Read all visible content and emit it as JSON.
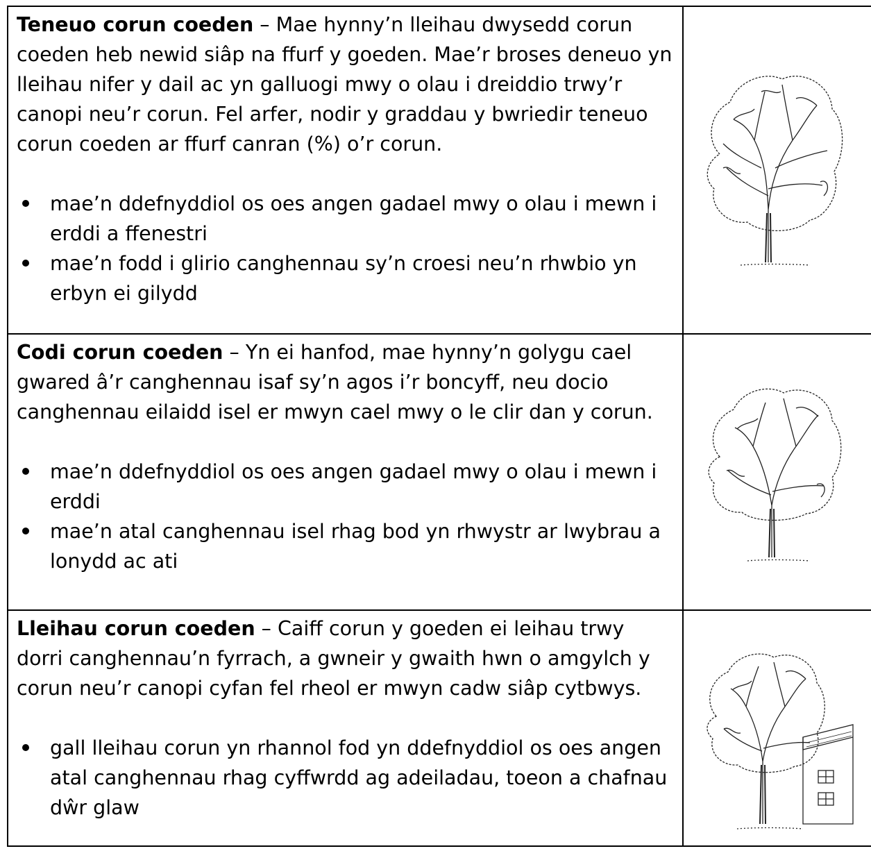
{
  "rows": [
    {
      "term": "Teneuo corun coeden",
      "description": " – Mae hynny’n lleihau dwysedd corun coeden heb newid siâp na ffurf y goeden. Mae’r broses deneuo yn lleihau nifer y dail ac yn galluogi mwy o olau i dreiddio trwy’r canopi neu’r corun. Fel arfer, nodir y graddau y bwriedir teneuo corun coeden ar ffurf canran (%) o’r corun.",
      "bullets": [
        "mae’n ddefnyddiol os oes angen gadael mwy o olau i mewn i erddi a ffenestri",
        "mae’n fodd i glirio canghennau sy’n croesi neu’n rhwbio yn erbyn ei gilydd"
      ],
      "icon": "thinned-tree-icon"
    },
    {
      "term": "Codi corun coeden",
      "description": " – Yn ei hanfod, mae hynny’n golygu cael gwared â’r canghennau isaf sy’n agos i’r boncyff, neu docio canghennau eilaidd isel er mwyn cael mwy o le clir dan y corun.",
      "bullets": [
        "mae’n ddefnyddiol os oes angen gadael mwy o olau i mewn i erddi",
        "mae’n atal canghennau isel rhag bod yn rhwystr ar lwybrau a lonydd ac ati"
      ],
      "icon": "lifted-tree-icon"
    },
    {
      "term": "Lleihau corun coeden",
      "description": " – Caiff corun y goeden ei leihau trwy dorri canghennau’n fyrrach, a gwneir y gwaith hwn o amgylch y corun neu’r canopi cyfan fel rheol er mwyn cadw siâp cytbwys.",
      "bullets": [
        "gall lleihau corun yn rhannol fod yn ddefnyddiol os oes angen atal canghennau rhag cyffwrdd ag adeiladau, toeon a chafnau dŵr glaw"
      ],
      "icon": "reduced-tree-with-house-icon"
    }
  ]
}
